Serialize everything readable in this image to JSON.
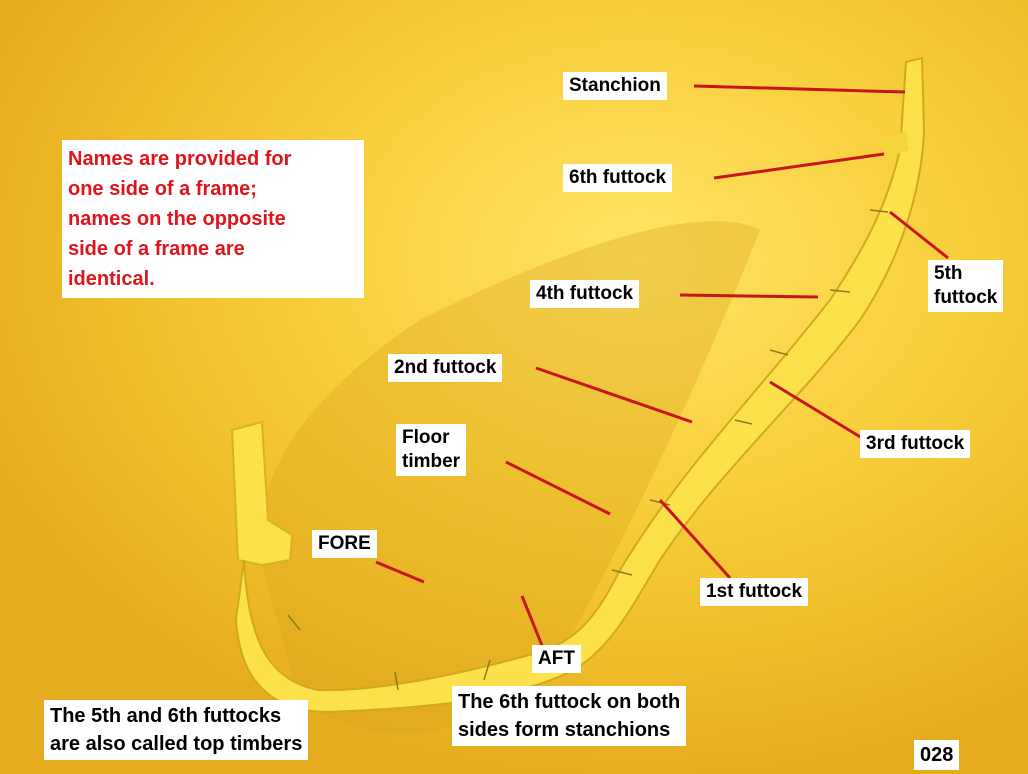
{
  "labels": {
    "stanchion": "Stanchion",
    "sixth_futtock": "6th futtock",
    "fifth_futtock": "5th\nfuttock",
    "fourth_futtock": "4th futtock",
    "second_futtock": "2nd futtock",
    "third_futtock": "3rd futtock",
    "floor_timber": "Floor\ntimber",
    "fore": "FORE",
    "first_futtock": "1st futtock",
    "aft": "AFT"
  },
  "note": "Names are provided for\none side of a frame;\nnames on the opposite\nside of a frame are\nidentical.",
  "captions": {
    "top_timbers": "The 5th and 6th futtocks\nare also called top timbers",
    "stanchions": "The 6th futtock on both\nsides form stanchions"
  },
  "page_number": "028",
  "colors": {
    "background": "#f5c636",
    "frame": "#fbe24a",
    "leader_line": "#c8161c",
    "note_text": "#e0141b"
  }
}
